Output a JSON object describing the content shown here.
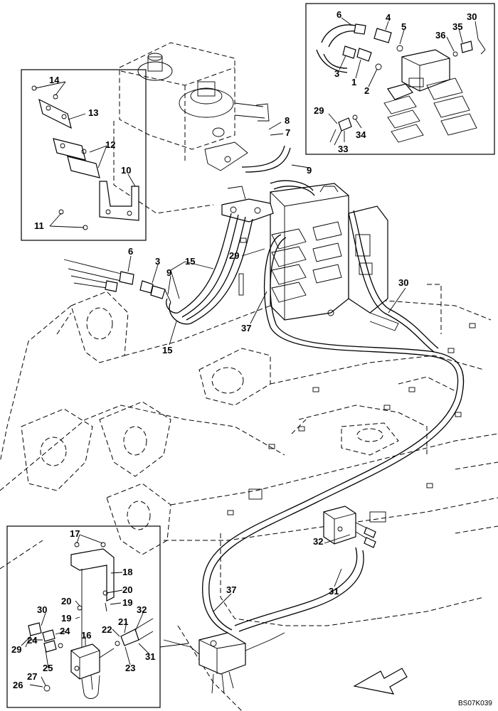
{
  "drawing_code": "BS07K039",
  "labels": [
    {
      "text": "6"
    },
    {
      "text": "4"
    },
    {
      "text": "5"
    },
    {
      "text": "30"
    },
    {
      "text": "35"
    },
    {
      "text": "36"
    },
    {
      "text": "3"
    },
    {
      "text": "1"
    },
    {
      "text": "2"
    },
    {
      "text": "29"
    },
    {
      "text": "34"
    },
    {
      "text": "33"
    },
    {
      "text": "8"
    },
    {
      "text": "7"
    },
    {
      "text": "9"
    },
    {
      "text": "14"
    },
    {
      "text": "13"
    },
    {
      "text": "12"
    },
    {
      "text": "10"
    },
    {
      "text": "11"
    },
    {
      "text": "6"
    },
    {
      "text": "3"
    },
    {
      "text": "9"
    },
    {
      "text": "15"
    },
    {
      "text": "15"
    },
    {
      "text": "29"
    },
    {
      "text": "30"
    },
    {
      "text": "37"
    },
    {
      "text": "32"
    },
    {
      "text": "31"
    },
    {
      "text": "37"
    },
    {
      "text": "17"
    },
    {
      "text": "18"
    },
    {
      "text": "20"
    },
    {
      "text": "20"
    },
    {
      "text": "19"
    },
    {
      "text": "19"
    },
    {
      "text": "30"
    },
    {
      "text": "32"
    },
    {
      "text": "24"
    },
    {
      "text": "16"
    },
    {
      "text": "22"
    },
    {
      "text": "21"
    },
    {
      "text": "29"
    },
    {
      "text": "24"
    },
    {
      "text": "25"
    },
    {
      "text": "31"
    },
    {
      "text": "23"
    },
    {
      "text": "27"
    },
    {
      "text": "26"
    }
  ]
}
